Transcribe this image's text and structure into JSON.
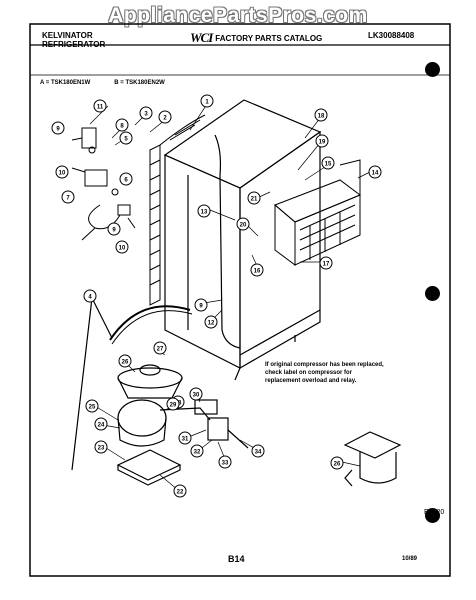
{
  "watermark": "AppliancePartsPros.com",
  "header": {
    "brand_line1": "KELVINATOR",
    "brand_line2": "REFRIGERATOR",
    "catalog_title": "FACTORY PARTS CATALOG",
    "logo_text": "WCI",
    "catalog_number": "LK30088408"
  },
  "models": {
    "a": "A = TSK180EN1W",
    "b": "B = TSK180EN2W"
  },
  "note": "If original compressor has been replaced, check label on compressor for replacement overload and relay.",
  "diagram_code": "E0720",
  "page_number": "B14",
  "page_date": "10/89",
  "callouts": [
    "1",
    "2",
    "3",
    "4",
    "5",
    "6",
    "7",
    "8",
    "9",
    "10",
    "11",
    "12",
    "13",
    "14",
    "15",
    "16",
    "17",
    "18",
    "19",
    "20",
    "21",
    "22",
    "23",
    "24",
    "25",
    "26",
    "27",
    "28",
    "29",
    "30",
    "31",
    "32",
    "33",
    "34"
  ]
}
